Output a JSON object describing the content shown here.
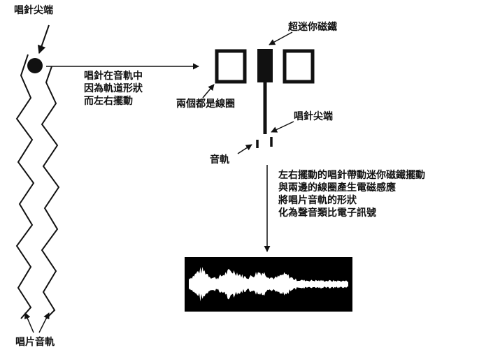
{
  "labels": {
    "stylus_tip_top": "唱針尖端",
    "magnet": "超迷你磁鐵",
    "coils": "兩個都是線圈",
    "stylus_tip_mid": "唱針尖端",
    "groove": "音軌",
    "record_groove": "唱片音軌"
  },
  "descriptions": {
    "stylus_motion": [
      "唱針在音軌中",
      "因為軌道形狀",
      "而左右擺動"
    ],
    "conversion": [
      "左右擺動的唱針帶動迷你磁鐵擺動",
      "與兩邊的線圈產生電磁感應",
      "將唱片音軌的形狀",
      "化為聲音類比電子訊號"
    ]
  },
  "colors": {
    "ink": "#111111",
    "waveform_bg": "#000000",
    "waveform_fg": "#ffffff"
  }
}
